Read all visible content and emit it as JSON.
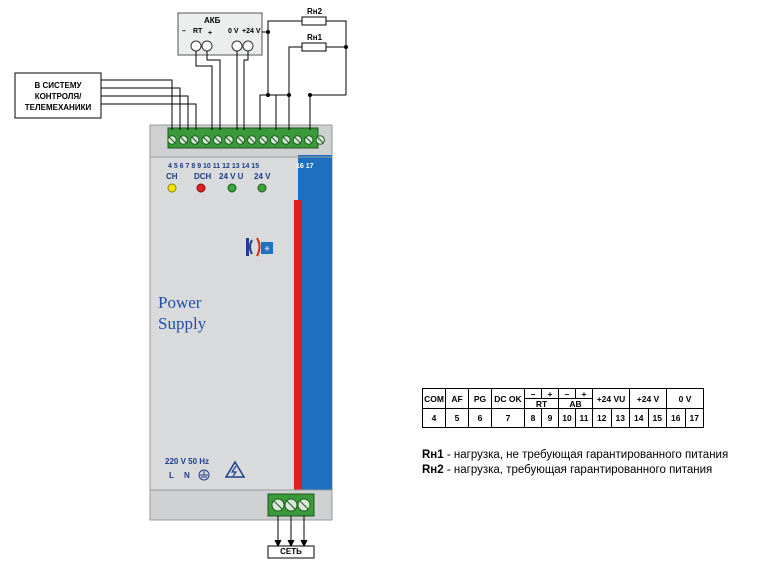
{
  "battery": {
    "title": "АКБ",
    "rt_label": "RT",
    "plus_left": "+",
    "minus_left": "–",
    "zero_v": "0 V",
    "plus24v": "+24 V"
  },
  "loads": {
    "rn2": "Rн2",
    "rn1": "Rн1"
  },
  "telemetry": {
    "line1": "В СИСТЕМУ",
    "line2": "КОНТРОЛЯ/",
    "line3": "ТЕЛЕМЕХАНИКИ"
  },
  "psu": {
    "title_line1": "Power",
    "title_line2": "Supply",
    "pin_numbers": "4  5  6  7  8  9  10 11 12 13 14 15",
    "pin_numbers_blue": "16 17",
    "led_ch": "CH",
    "led_dch": "DCH",
    "led_24vu": "24 V U",
    "led_24v": "24 V",
    "mains_rating": "220 V  50 Hz",
    "mains_l": "L",
    "mains_n": "N",
    "mains_label": "СЕТЬ"
  },
  "table": {
    "row1": [
      "COM",
      "AF",
      "PG",
      "DC OK",
      "–",
      "+",
      "–",
      "+",
      "+24 VU",
      "+24 V",
      "0 V"
    ],
    "sub": [
      "RT",
      "AB"
    ],
    "row2": [
      "4",
      "5",
      "6",
      "7",
      "8",
      "9",
      "10",
      "11",
      "12",
      "13",
      "14",
      "15",
      "16",
      "17"
    ]
  },
  "legend": [
    {
      "key": "Rн1",
      "text": " - нагрузка, не требующая гарантированного питания"
    },
    {
      "key": "Rн2",
      "text": " - нагрузка, требующая гарантированного питания"
    }
  ],
  "colors": {
    "psu_body": "#d9dadc",
    "psu_blue": "#1e6fc0",
    "psu_red": "#e02020",
    "terminal_green": "#3a9a3a",
    "led_yellow": "#f2e200",
    "led_red": "#e02020",
    "led_green": "#3aa63a"
  }
}
